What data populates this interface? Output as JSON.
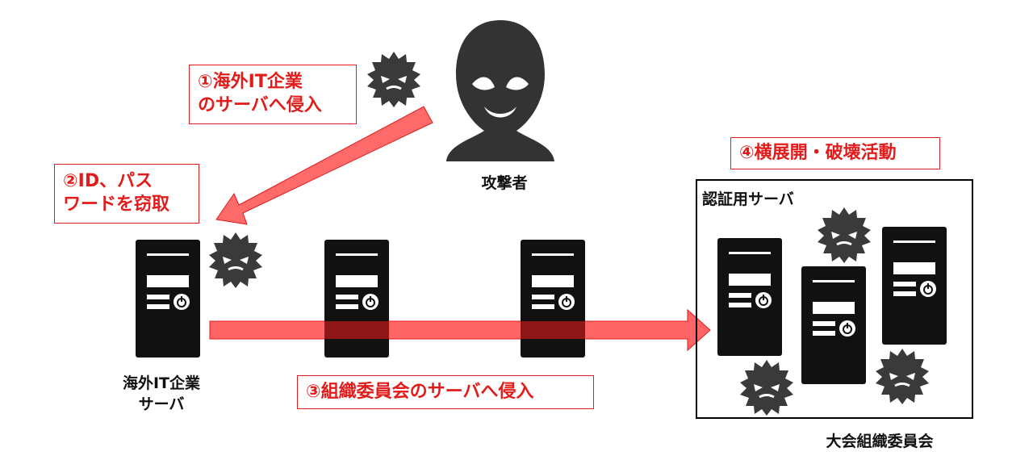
{
  "attacker_label": "攻撃者",
  "callouts": {
    "step1": [
      "①海外IT企業",
      "のサーバへ侵入"
    ],
    "step2": [
      "②ID、パス",
      "ワードを窃取"
    ],
    "step3": "③組織委員会のサーバへ侵入",
    "step4": "④横展開・破壊活動"
  },
  "overseas_server_label": [
    "海外IT企業",
    "サーバ"
  ],
  "auth_server_label": "認証用サーバ",
  "organizing_committee_label": "大会組織委員会",
  "colors": {
    "accent_red": "#e21b1b",
    "arrow_fill": "#ff5a5a",
    "server_dark": "#111111",
    "virus": "#3a3a3a"
  },
  "icons": [
    "attacker-icon",
    "virus-icon",
    "server-icon",
    "power-icon"
  ]
}
